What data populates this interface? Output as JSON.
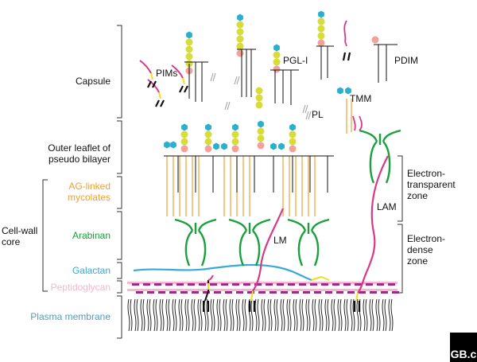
{
  "labels": {
    "capsule": "Capsule",
    "outer_leaflet_1": "Outer leaflet of",
    "outer_leaflet_2": "pseudo bilayer",
    "ag_linked_1": "AG-linked",
    "ag_linked_2": "mycolates",
    "arabinan": "Arabinan",
    "galactan": "Galactan",
    "peptidoglycan": "Peptidoglycan",
    "plasma_membrane": "Plasma membrane",
    "cell_wall_1": "Cell-wall",
    "cell_wall_2": "core",
    "pims": "PIMs",
    "pgl": "PGL-I",
    "pdim": "PDIM",
    "pl": "PL",
    "tmm": "TMM",
    "lm": "LM",
    "lam": "LAM",
    "et_zone_1": "Electron-",
    "et_zone_2": "transparent",
    "et_zone_3": "zone",
    "ed_zone_1": "Electron-",
    "ed_zone_2": "dense",
    "ed_zone_3": "zone",
    "logo": "GB.c"
  },
  "colors": {
    "ag_linked": "#f0a030",
    "arabinan": "#1aa03c",
    "galactan": "#3aa9d8",
    "peptidoglycan": "#f3b8cc",
    "peptidoglycan_bar": "#9b2a8a",
    "plasma_membrane": "#5b9bb5",
    "lipid_chain": "#111111",
    "sugar_blue": "#2ab0cc",
    "sugar_yellow": "#d8dc3a",
    "sugar_pink": "#f2a29a",
    "lm_lam": "#d63a86",
    "linker_yellow": "#f0e020"
  }
}
